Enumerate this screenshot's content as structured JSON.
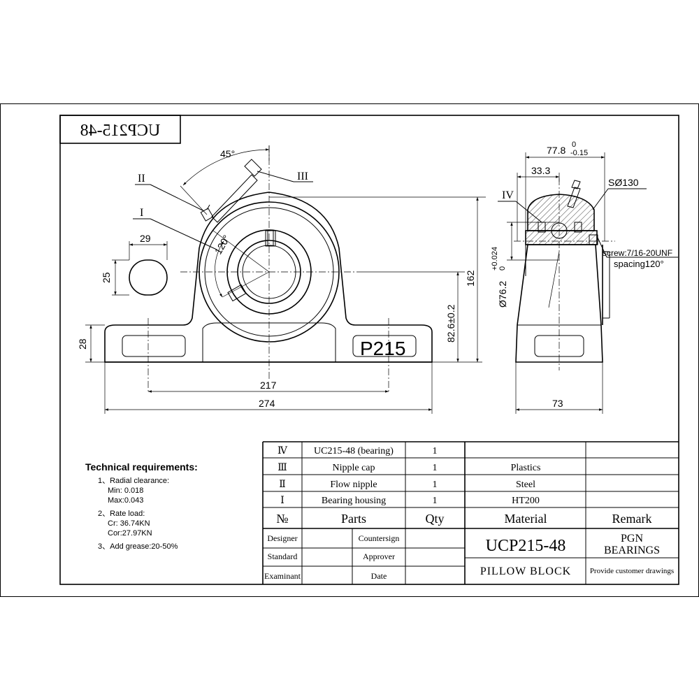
{
  "title_box": "UCP215-48",
  "front_view": {
    "angle_top": "45°",
    "angle_inner": "120°",
    "label_I": "I",
    "label_II": "II",
    "label_III": "III",
    "slot_width": "29",
    "slot_height": "25",
    "base_height": "28",
    "bolt_spacing": "217",
    "overall_length": "274",
    "center_height": "82.6±0.2",
    "overall_height": "162",
    "model_mark": "P215"
  },
  "side_view": {
    "width_total": "77.8",
    "width_tol_upper": "0",
    "width_tol_lower": "-0.15",
    "offset": "33.3",
    "sphere": "SØ130",
    "label_IV": "IV",
    "bore": "Ø76.2",
    "bore_tol_upper": "+0.024",
    "bore_tol_lower": "0",
    "screw": "screw:7/16-20UNF",
    "spacing": "spacing120°",
    "base_width": "73"
  },
  "tech": {
    "heading": "Technical requirements:",
    "item1": "1、Radial clearance:",
    "item1_min": "Min: 0.018",
    "item1_max": "Max:0.043",
    "item2": "2、Rate load:",
    "item2_cr": "Cr:  36.74KN",
    "item2_cor": "Cor:27.97KN",
    "item3": "3、Add grease:20-50%"
  },
  "parts_table": {
    "rows": [
      {
        "no": "Ⅳ",
        "part": "UC215-48 (bearing)",
        "qty": "1",
        "material": "",
        "remark": ""
      },
      {
        "no": "Ⅲ",
        "part": "Nipple cap",
        "qty": "1",
        "material": "Plastics",
        "remark": ""
      },
      {
        "no": "Ⅱ",
        "part": "Flow nipple",
        "qty": "1",
        "material": "Steel",
        "remark": ""
      },
      {
        "no": "Ⅰ",
        "part": "Bearing housing",
        "qty": "1",
        "material": "HT200",
        "remark": ""
      }
    ],
    "header": {
      "no": "№",
      "part": "Parts",
      "qty": "Qty",
      "material": "Material",
      "remark": "Remark"
    }
  },
  "title_block": {
    "designer": "Designer",
    "countersign": "Countersign",
    "standard": "Standard",
    "approver": "Approver",
    "examinant": "Examinant",
    "date": "Date",
    "model": "UCP215-48",
    "company_line1": "PGN",
    "company_line2": "BEARINGS",
    "product": "PILLOW BLOCK",
    "note": "Provide customer drawings"
  }
}
